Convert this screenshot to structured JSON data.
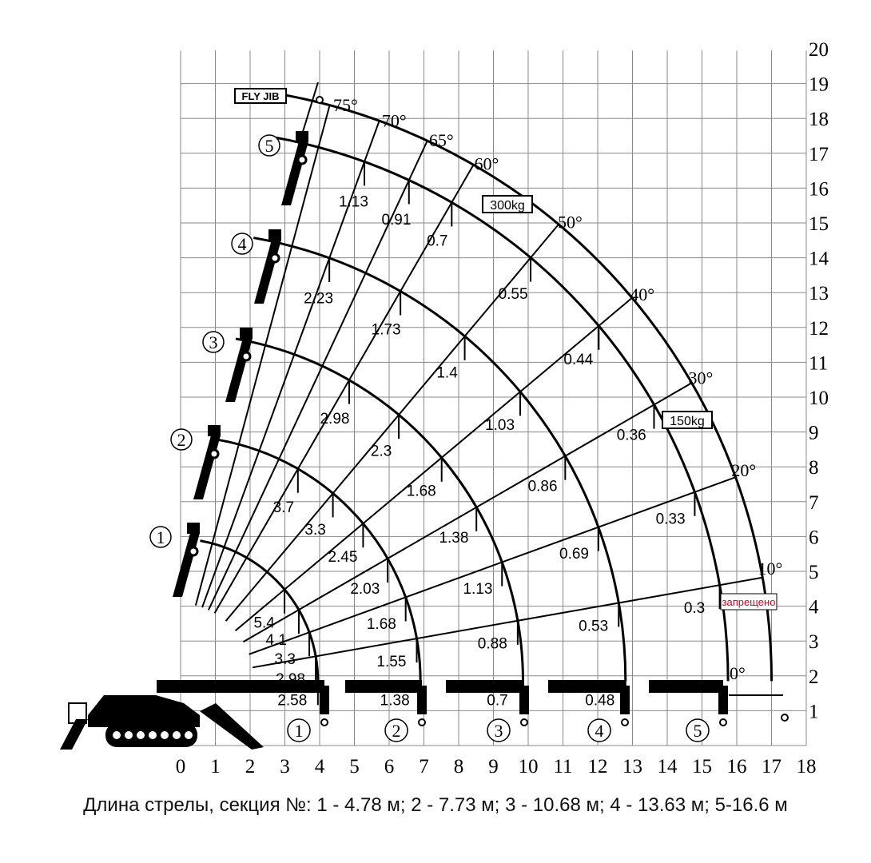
{
  "caption": "Длина стрелы, секция №: 1 -  4.78 м; 2 - 7.73 м; 3 - 10.68 м; 4 - 13.63 м; 5-16.6 м",
  "x_ticks": [
    "0",
    "1",
    "2",
    "3",
    "4",
    "5",
    "6",
    "7",
    "8",
    "9",
    "10",
    "11",
    "12",
    "13",
    "14",
    "15",
    "16",
    "17",
    "18"
  ],
  "y_ticks": [
    "1",
    "2",
    "3",
    "4",
    "5",
    "6",
    "7",
    "8",
    "9",
    "10",
    "11",
    "12",
    "13",
    "14",
    "15",
    "16",
    "17",
    "18",
    "19",
    "20"
  ],
  "boom_sections": [
    {
      "label": "1",
      "length_m": 4.78
    },
    {
      "label": "2",
      "length_m": 7.73
    },
    {
      "label": "3",
      "length_m": 10.68
    },
    {
      "label": "4",
      "length_m": 13.63
    },
    {
      "label": "5",
      "length_m": 16.6
    }
  ],
  "angle_labels": [
    {
      "text": "0°",
      "deg": 0
    },
    {
      "text": "10°",
      "deg": 10
    },
    {
      "text": "20°",
      "deg": 20
    },
    {
      "text": "30°",
      "deg": 30
    },
    {
      "text": "40°",
      "deg": 40
    },
    {
      "text": "50°",
      "deg": 50
    },
    {
      "text": "60°",
      "deg": 60
    },
    {
      "text": "65°",
      "deg": 65
    },
    {
      "text": "70°",
      "deg": 70
    },
    {
      "text": "75°",
      "deg": 75
    }
  ],
  "load_labels": [
    {
      "section": 1,
      "deg": 0,
      "text": "2.58"
    },
    {
      "section": 1,
      "deg": 10,
      "text": "2.98"
    },
    {
      "section": 1,
      "deg": 20,
      "text": "3.3"
    },
    {
      "section": 1,
      "deg": 30,
      "text": "4.1"
    },
    {
      "section": 1,
      "deg": 40,
      "text": "5.4"
    },
    {
      "section": 2,
      "deg": 0,
      "text": "1.38"
    },
    {
      "section": 2,
      "deg": 10,
      "text": "1.55"
    },
    {
      "section": 2,
      "deg": 20,
      "text": "1.68"
    },
    {
      "section": 2,
      "deg": 30,
      "text": "2.03"
    },
    {
      "section": 2,
      "deg": 40,
      "text": "2.45"
    },
    {
      "section": 2,
      "deg": 50,
      "text": "3.3"
    },
    {
      "section": 2,
      "deg": 60,
      "text": "3.7"
    },
    {
      "section": 3,
      "deg": 0,
      "text": "0.7"
    },
    {
      "section": 3,
      "deg": 10,
      "text": "0.88"
    },
    {
      "section": 3,
      "deg": 20,
      "text": "1.13"
    },
    {
      "section": 3,
      "deg": 30,
      "text": "1.38"
    },
    {
      "section": 3,
      "deg": 40,
      "text": "1.68"
    },
    {
      "section": 3,
      "deg": 50,
      "text": "2.3"
    },
    {
      "section": 3,
      "deg": 60,
      "text": "2.98"
    },
    {
      "section": 4,
      "deg": 0,
      "text": "0.48"
    },
    {
      "section": 4,
      "deg": 10,
      "text": "0.53"
    },
    {
      "section": 4,
      "deg": 20,
      "text": "0.69"
    },
    {
      "section": 4,
      "deg": 30,
      "text": "0.86"
    },
    {
      "section": 4,
      "deg": 40,
      "text": "1.03"
    },
    {
      "section": 4,
      "deg": 50,
      "text": "1.4"
    },
    {
      "section": 4,
      "deg": 60,
      "text": "1.73"
    },
    {
      "section": 4,
      "deg": 70,
      "text": "2.23"
    },
    {
      "section": 5,
      "deg": 10,
      "text": "0.3"
    },
    {
      "section": 5,
      "deg": 20,
      "text": "0.33"
    },
    {
      "section": 5,
      "deg": 30,
      "text": "0.36"
    },
    {
      "section": 5,
      "deg": 40,
      "text": "0.44"
    },
    {
      "section": 5,
      "deg": 50,
      "text": "0.55"
    },
    {
      "section": 5,
      "deg": 60,
      "text": "0.7"
    },
    {
      "section": 5,
      "deg": 65,
      "text": "0.91"
    },
    {
      "section": 5,
      "deg": 70,
      "text": "1.13"
    }
  ],
  "boxed_labels": {
    "fly_jib": "FLY JIB",
    "load_300": "300kg",
    "load_150": "150kg",
    "forbidden": "запрещено"
  },
  "colors": {
    "grid": "#8a8a8a",
    "ink": "#000000",
    "warning": "#d8001c"
  }
}
